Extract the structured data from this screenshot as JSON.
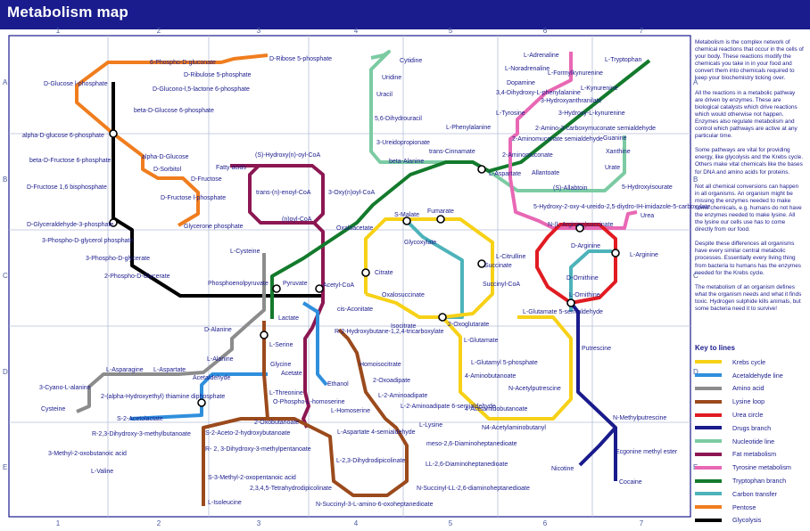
{
  "title": "Metabolism map",
  "grid": {
    "cols": [
      "1",
      "2",
      "3",
      "4",
      "5",
      "6",
      "7"
    ],
    "rows": [
      "A",
      "B",
      "C",
      "D",
      "E"
    ]
  },
  "colors": {
    "krebs": "#f7d117",
    "acetaldehyde": "#2f8fdc",
    "amino": "#8c8c8c",
    "urea": "#e11b22",
    "lysine": "#9b4a1c",
    "drugs": "#1a1b8c",
    "nucleotide": "#7ccba3",
    "fat": "#8c1752",
    "tyrosine": "#e868b4",
    "tryptophan": "#137a2c",
    "carbon": "#4db3ba",
    "pentose": "#f07d1e",
    "glycolysis": "#000000"
  },
  "description": [
    "Metabolism is the complex network of chemical reactions that occur in the cells of your body. These reactions modify the chemicals you take in in your food and convert them into chemicals required to keep your biochemistry ticking over.",
    "All the reactions in a metabolic pathway are driven by enzymes. These are biological catalysts which drive reactions which would otherwise not happen. Enzymes also regulate metabolism and control which pathways are active at any particular time.",
    "Some pathways are vital for providing energy, like glycolysis and the Krebs cycle. Others make vital chemicals like the bases for DNA and amino acids for proteins.",
    "Not all chemical conversions can happen in all organisms. An organism might be missing the enzymes needed to make some chemicals, e.g. humans do not have the enzymes needed to make lysine. All the lysine our cells use has to come directly from our food.",
    "Despite these differences all organisms have every similar central metabolic processes. Essentially every living thing from bacteria to humans has the enzymes needed for the Krebs cycle.",
    "The metabolism of an organism defines what the organism needs and what it finds toxic. Hydrogen sulphide kills animals, but some bacteria need it to survive!"
  ],
  "key": {
    "title": "Key to lines",
    "items": [
      {
        "label": "Krebs cycle",
        "color": "#f7d117"
      },
      {
        "label": "Acetaldehyde line",
        "color": "#2f8fdc"
      },
      {
        "label": "Amino acid",
        "color": "#8c8c8c"
      },
      {
        "label": "Lysine loop",
        "color": "#9b4a1c"
      },
      {
        "label": "Urea circle",
        "color": "#e11b22"
      },
      {
        "label": "Drugs branch",
        "color": "#1a1b8c"
      },
      {
        "label": "Nucleotide line",
        "color": "#7ccba3"
      },
      {
        "label": "Fat metabolism",
        "color": "#8c1752"
      },
      {
        "label": "Tyrosine metabolism",
        "color": "#e868b4"
      },
      {
        "label": "Tryptophan branch",
        "color": "#137a2c"
      },
      {
        "label": "Carbon transfer",
        "color": "#4db3ba"
      },
      {
        "label": "Pentose",
        "color": "#f07d1e"
      },
      {
        "label": "Glycolysis",
        "color": "#000000"
      }
    ]
  },
  "stations": [
    {
      "t": "D-Glucose l-phosphate"
    },
    {
      "t": "alpha-D-glucose 6-phosphate"
    },
    {
      "t": "beta-D-Fructose 6-phosphate"
    },
    {
      "t": "D-Fructose 1,6 bisphosphate"
    },
    {
      "t": "D-Glyceraldehyde-3-phosphate"
    },
    {
      "t": "3-Phospho-D-glycerol phosphate"
    },
    {
      "t": "3-Phospho-D-glycerate"
    },
    {
      "t": "2-Phospho-D-Glycerate"
    },
    {
      "t": "Phosphoenolpyruvate"
    },
    {
      "t": "6-Phospho-D-gluconate"
    },
    {
      "t": "D-Ribulose 5-phosphate"
    },
    {
      "t": "D-Ribose 5-phosphate"
    },
    {
      "t": "D-Glucono-l,5-lactone 6-phosphate"
    },
    {
      "t": "beta-D-Glucose 6-phosphate"
    },
    {
      "t": "alpha-D-Glucose"
    },
    {
      "t": "D-Sorbitol"
    },
    {
      "t": "D-Fructose"
    },
    {
      "t": "D-Fructose l-phosphate"
    },
    {
      "t": "Glycerone phosphate"
    },
    {
      "t": "Fatty acids"
    },
    {
      "t": "(S)-Hydroxy(n)-oyl-CoA"
    },
    {
      "t": "trans-(n)-enoyl-CoA"
    },
    {
      "t": "3-Oxy(n)oyl-CoA"
    },
    {
      "t": "(n)oyl-CoA"
    },
    {
      "t": "Cytidine"
    },
    {
      "t": "Uridine"
    },
    {
      "t": "Uracil"
    },
    {
      "t": "5,6-Dihydrouracil"
    },
    {
      "t": "3-Ureidopropionate"
    },
    {
      "t": "beta-Alanine"
    },
    {
      "t": "L-Adrenaline"
    },
    {
      "t": "L-Noradrenaline"
    },
    {
      "t": "Dopamine"
    },
    {
      "t": "3,4-Dihydroxy-L-phenylalanine"
    },
    {
      "t": "L-Tyrosine"
    },
    {
      "t": "L-Phenylalanine"
    },
    {
      "t": "L-Tryptophan"
    },
    {
      "t": "L-Formylkynurenine"
    },
    {
      "t": "L-Kynurenine"
    },
    {
      "t": "3-Hydroxyanthranilate"
    },
    {
      "t": "3-Hydroxy-L-kynurenine"
    },
    {
      "t": "2-Amino-3-carboxymuconate semialdehyde"
    },
    {
      "t": "2-Aminomuconate semialdehyde"
    },
    {
      "t": "2-Aminomuconate"
    },
    {
      "t": "trans-Cinnamate"
    },
    {
      "t": "L-Aspartate"
    },
    {
      "t": "Allantoate"
    },
    {
      "t": "(S)-Allabtoin"
    },
    {
      "t": "Guanine"
    },
    {
      "t": "Xanthine"
    },
    {
      "t": "Urate"
    },
    {
      "t": "5-Hydroxyisourate"
    },
    {
      "t": "5-Hydroxy-2-oxy-4-ureido-2,5-diydro-IH-imidazole-5-carboxylate"
    },
    {
      "t": "N-(L-Arginino)succinate"
    },
    {
      "t": "Urea"
    },
    {
      "t": "Oxaloacetate"
    },
    {
      "t": "S-Malate"
    },
    {
      "t": "Fumarate"
    },
    {
      "t": "Glycoxylate"
    },
    {
      "t": "Succinate"
    },
    {
      "t": "Succinyl-CoA"
    },
    {
      "t": "Oxalosuccinate"
    },
    {
      "t": "2-Oxoglutarate"
    },
    {
      "t": "Isocitrate"
    },
    {
      "t": "Citrate"
    },
    {
      "t": "Acetyl-CoA"
    },
    {
      "t": "cis-Aconitate"
    },
    {
      "t": "L-Citrulline"
    },
    {
      "t": "D-Arginine"
    },
    {
      "t": "L-Arginine"
    },
    {
      "t": "D-Ornithine"
    },
    {
      "t": "L-Ornithine"
    },
    {
      "t": "L-Glutamate 5-semialdehyde"
    },
    {
      "t": "L-Glutamate"
    },
    {
      "t": "L-Glutamyl 5-phosphate"
    },
    {
      "t": "4-Aminobutanoate"
    },
    {
      "t": "N-Acetylputrescine"
    },
    {
      "t": "4-Acetamidobutanoate"
    },
    {
      "t": "N4-Acetylaminobutanyl"
    },
    {
      "t": "Putrescine"
    },
    {
      "t": "N-Methylputrescine"
    },
    {
      "t": "Ecgonine methyl ester"
    },
    {
      "t": "Nicotine"
    },
    {
      "t": "Cocaine"
    },
    {
      "t": "L-Cysteine"
    },
    {
      "t": "Pyruvate"
    },
    {
      "t": "Lactate"
    },
    {
      "t": "L-Serine"
    },
    {
      "t": "D-Alanine"
    },
    {
      "t": "L-Alanine"
    },
    {
      "t": "L-Asparagine"
    },
    {
      "t": "L-Aspartate"
    },
    {
      "t": "3-Cyano-L-alanine"
    },
    {
      "t": "Cysteine"
    },
    {
      "t": "Acetaldehyde"
    },
    {
      "t": "2-(alpha-Hydroxyethyl) thiamine diphosphate"
    },
    {
      "t": "S-2-Acetolactate"
    },
    {
      "t": "R-2,3-Dihydroxy-3-methylbutanoate"
    },
    {
      "t": "3-Methyl-2-oxobutanoic acid"
    },
    {
      "t": "L-Valine"
    },
    {
      "t": "Glycine"
    },
    {
      "t": "Acetate"
    },
    {
      "t": "Ethanol"
    },
    {
      "t": "L-Threonine"
    },
    {
      "t": "2-Oxobutanoate"
    },
    {
      "t": "S-2-Aceto-2-hydroxybutanoate"
    },
    {
      "t": "R- 2, 3-Dihydroxy-3-methylpentanoate"
    },
    {
      "t": "S-3-Methyl-2-oxopentanoic acid"
    },
    {
      "t": "L-Isoleucine"
    },
    {
      "t": "O-Phospho-L-homoserine"
    },
    {
      "t": "L-Homoserine"
    },
    {
      "t": "L-Aspartate 4-semialdehyde"
    },
    {
      "t": "L-2,3-Dihydrodipicolinate"
    },
    {
      "t": "2,3,4,5-Tetrahydrodipicolinate"
    },
    {
      "t": "N-Succinyl-3-L-amino-6-oxoheptanedioate"
    },
    {
      "t": "R-2-Hydroxybutane-1,2,4-tricarboxylate"
    },
    {
      "t": "Homoisocitrate"
    },
    {
      "t": "2-Oxoadipate"
    },
    {
      "t": "L-2-Aminoadipate"
    },
    {
      "t": "L-2-Aminoadipate 6-semialdehyde"
    },
    {
      "t": "L-Lysine"
    },
    {
      "t": "meso-2,6-Diaminoheptanedioate"
    },
    {
      "t": "LL-2,6-Diaminoheptanedioate"
    },
    {
      "t": "N-Succinyl-LL-2,6-diaminoheptanedioate"
    }
  ]
}
